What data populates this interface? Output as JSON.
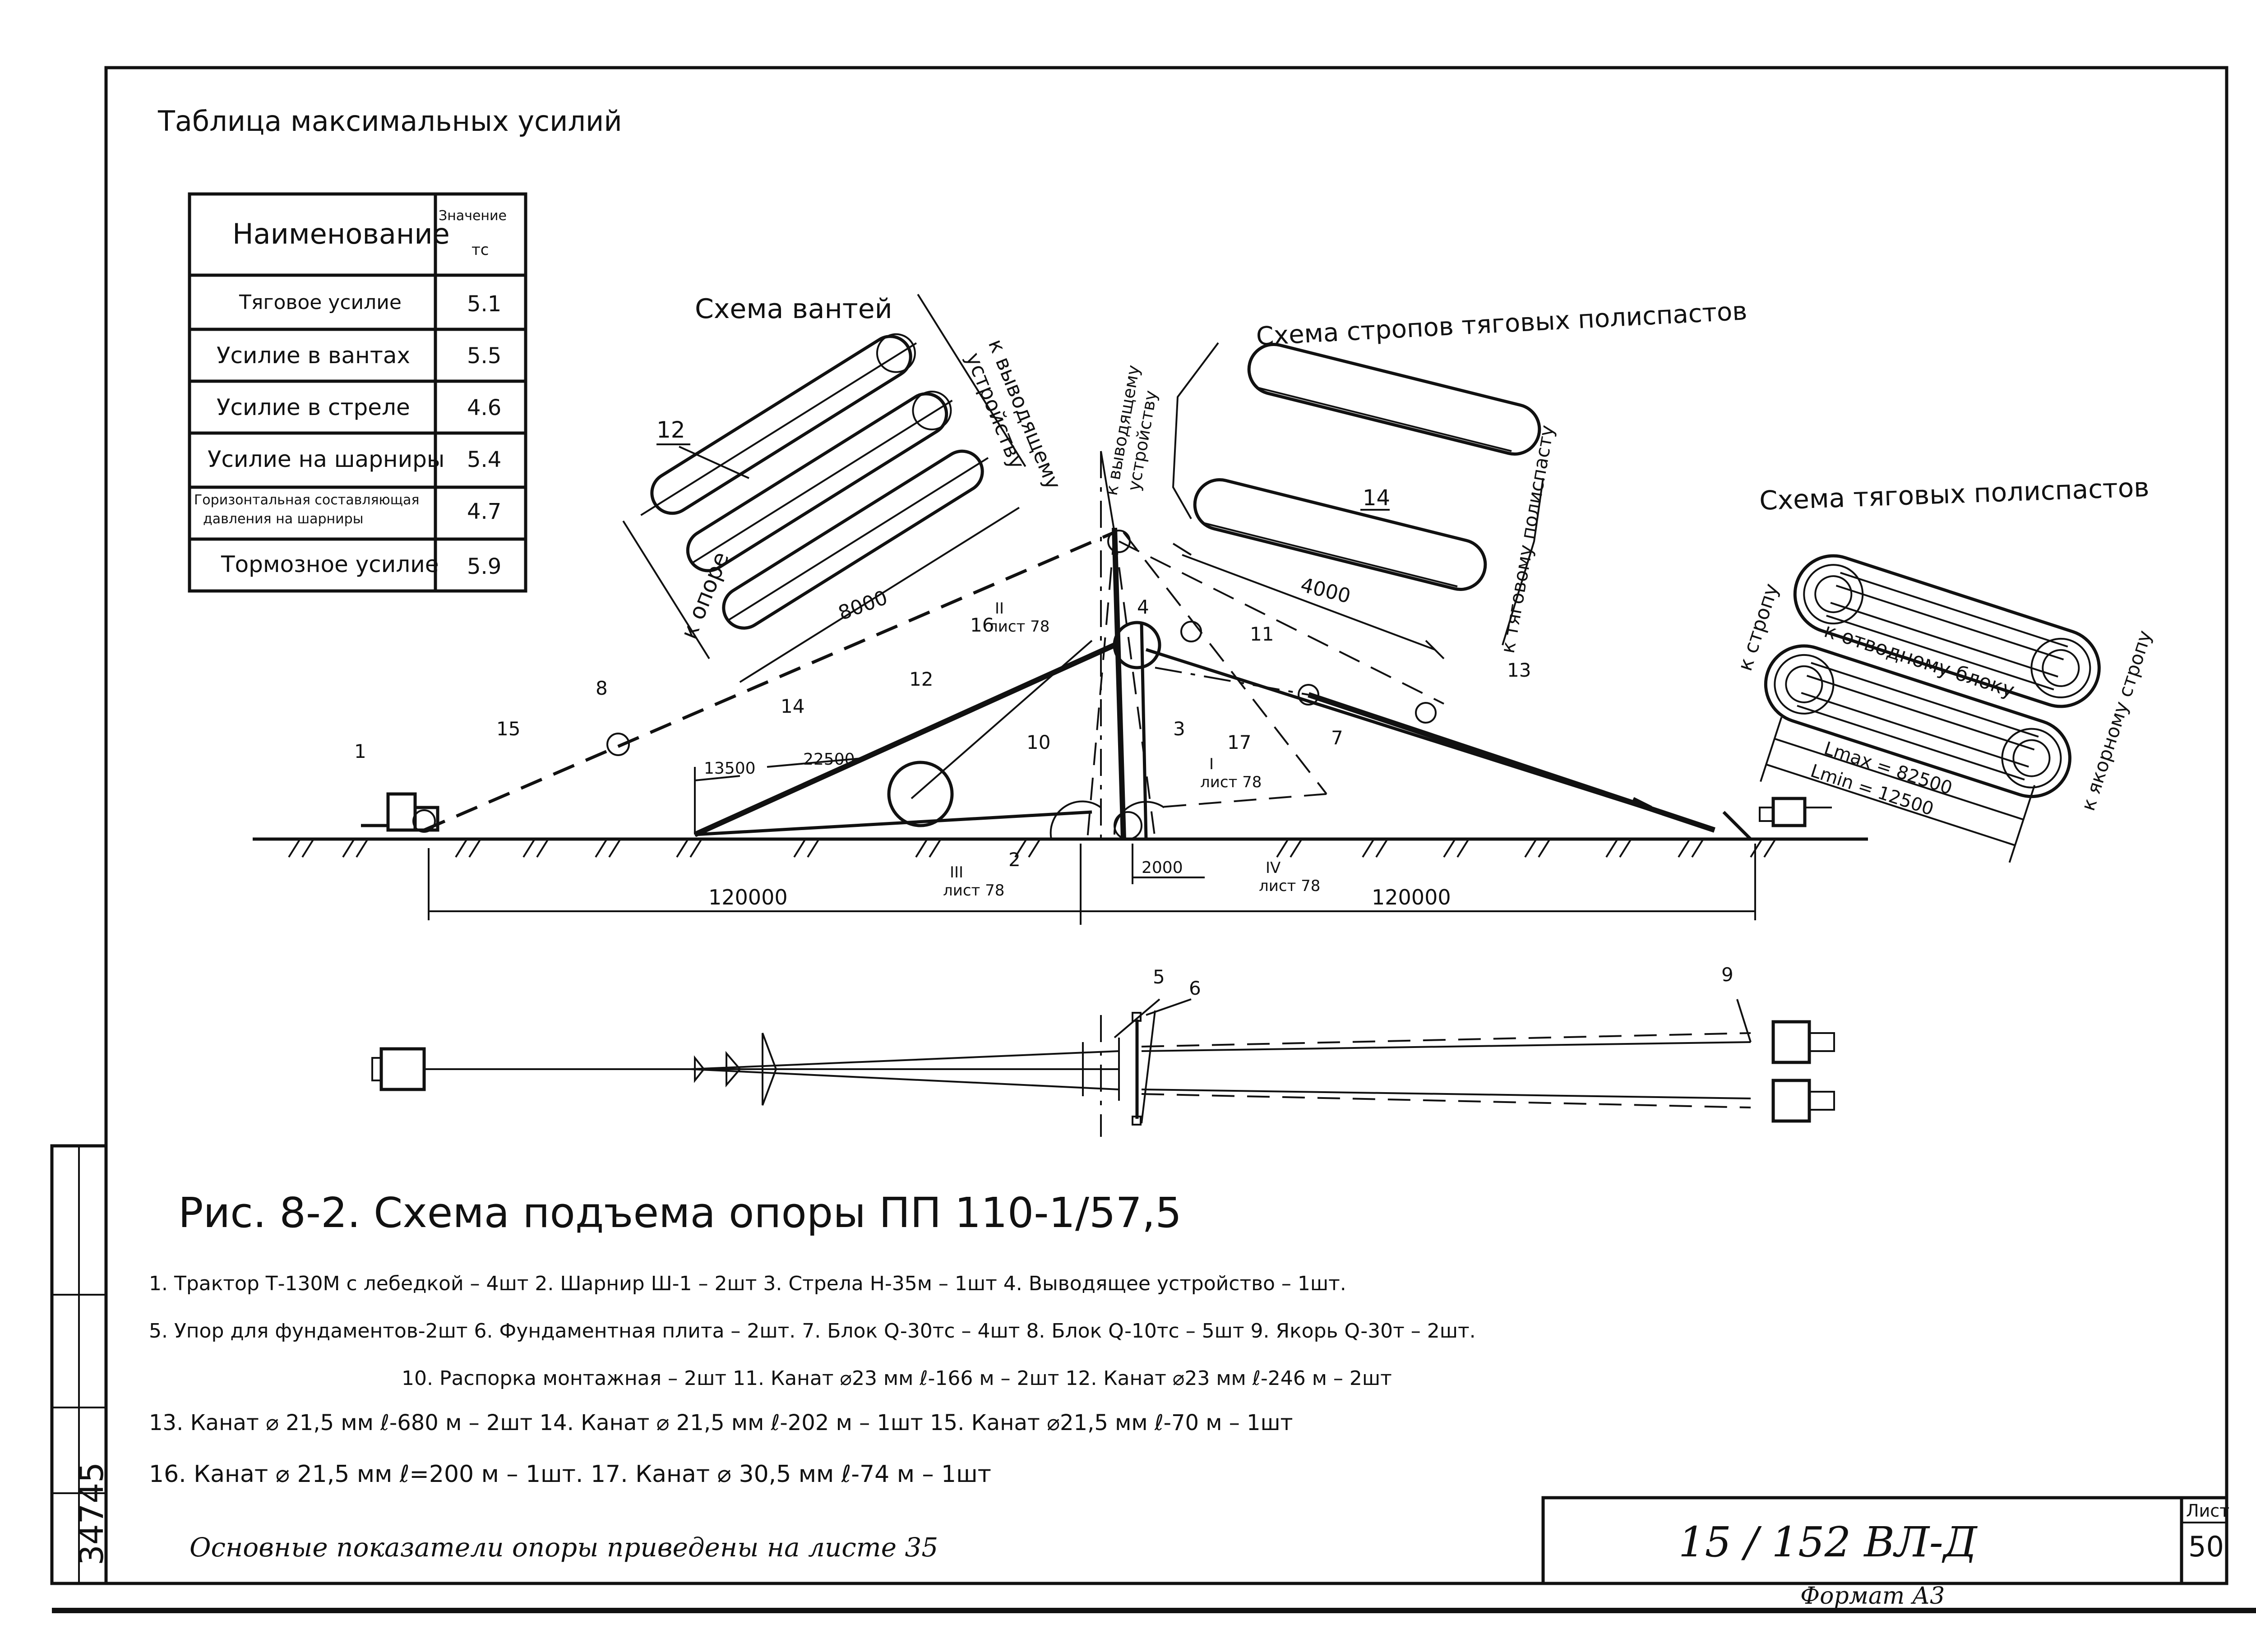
{
  "forces_table": {
    "title": "Таблица максимальных усилий",
    "headers": {
      "name": "Наименование",
      "value": "Значение",
      "unit": "тс"
    },
    "rows": [
      {
        "name": "Тяговое усилие",
        "value": "5.1"
      },
      {
        "name": "Усилие в вантах",
        "value": "5.5"
      },
      {
        "name": "Усилие в стреле",
        "value": "4.6"
      },
      {
        "name": "Усилие на шарниры",
        "value": "5.4"
      },
      {
        "name_line1": "Горизонтальная составляющая",
        "name_line2": "давления на шарниры",
        "value": "4.7"
      },
      {
        "name": "Тормозное усилие",
        "value": "5.9"
      }
    ]
  },
  "guy_scheme": {
    "title": "Схема вантей",
    "callout": "12",
    "label_right_1": "к выводящему",
    "label_right_2": "устройству",
    "label_left": "к опоре",
    "dimension": "8000"
  },
  "sling_scheme": {
    "title": "Схема стропов тяговых полиспастов",
    "callout": "14",
    "dimension": "4000",
    "label_right": "к тяговому полиспасту"
  },
  "pulley_scheme": {
    "title": "Схема тяговых полиспастов",
    "label_left": "к стропу",
    "label_middle": "к отводному блоку",
    "label_right": "к якорному стропу",
    "lmax": "Lmax = 82500",
    "lmin": "Lmin = 12500"
  },
  "elevation": {
    "top_label_1": "к выводящему",
    "top_label_2": "устройству",
    "callouts": [
      "1",
      "15",
      "8",
      "14",
      "16",
      "12",
      "10",
      "3",
      "2",
      "4",
      "11",
      "17",
      "7",
      "13"
    ],
    "section_refs": [
      {
        "num": "II",
        "sheet": "лист 78"
      },
      {
        "num": "III",
        "sheet": "лист 78"
      },
      {
        "num": "I",
        "sheet": "лист 78"
      },
      {
        "num": "IV",
        "sheet": "лист 78"
      }
    ],
    "dims": {
      "left_span": "120000",
      "right_span": "120000",
      "a": "13500",
      "b": "22500",
      "c": "2000"
    }
  },
  "plan": {
    "callouts": [
      "5",
      "6",
      "9"
    ]
  },
  "figure_caption": "Рис. 8-2.   Схема подъема опоры ПП 110-1/57,5",
  "legend_lines": [
    "1. Трактор Т-130М с лебедкой – 4шт  2. Шарнир Ш-1 – 2шт  3. Стрела         Н-35м – 1шт  4. Выводящее устройство        – 1шт.",
    "5. Упор для фундаментов-2шт  6. Фундаментная плита – 2шт.  7. Блок Q-30тс – 4шт  8. Блок Q-10тс – 5шт  9. Якорь Q-30т – 2шт.",
    "10. Распорка монтажная – 2шт  11. Канат ⌀23 мм  ℓ-166 м – 2шт  12. Канат ⌀23 мм  ℓ-246 м – 2шт",
    "13. Канат ⌀ 21,5 мм  ℓ-680 м – 2шт  14. Канат ⌀ 21,5 мм  ℓ-202 м – 1шт  15. Канат ⌀21,5 мм  ℓ-70 м – 1шт",
    "16. Канат ⌀ 21,5 мм   ℓ=200 м – 1шт.  17. Канат ⌀ 30,5 мм  ℓ-74 м – 1шт"
  ],
  "note": "Основные показатели опоры приведены на листе 35",
  "stamp": {
    "code": "15 / 152 ВЛ-Д",
    "sheet_label": "Лист",
    "sheet_number": "50",
    "format": "Формат А3",
    "inventory": "34745"
  }
}
